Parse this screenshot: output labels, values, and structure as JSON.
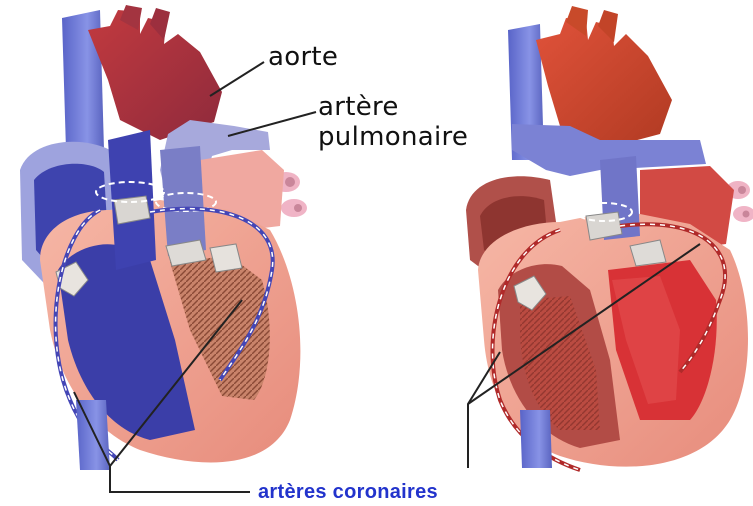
{
  "labels": {
    "aorte": "aorte",
    "artere_pulmonaire_line1": "artère",
    "artere_pulmonaire_line2": "pulmonaire",
    "arteres_coronaires": "artères coronaires"
  },
  "colors": {
    "vein_blue": "#6a78d6",
    "deoxygenated_blue": "#3d3fa8",
    "aorta_red": "#b8403a",
    "muscle_pink": "#f2a898",
    "oxygenated_red": "#d83a3a",
    "label_blue": "#2233cc",
    "pointer_line": "#222222"
  },
  "icons": {
    "left_heart": "heart-deoxygenated-illustration",
    "right_heart": "heart-oxygenated-illustration"
  }
}
